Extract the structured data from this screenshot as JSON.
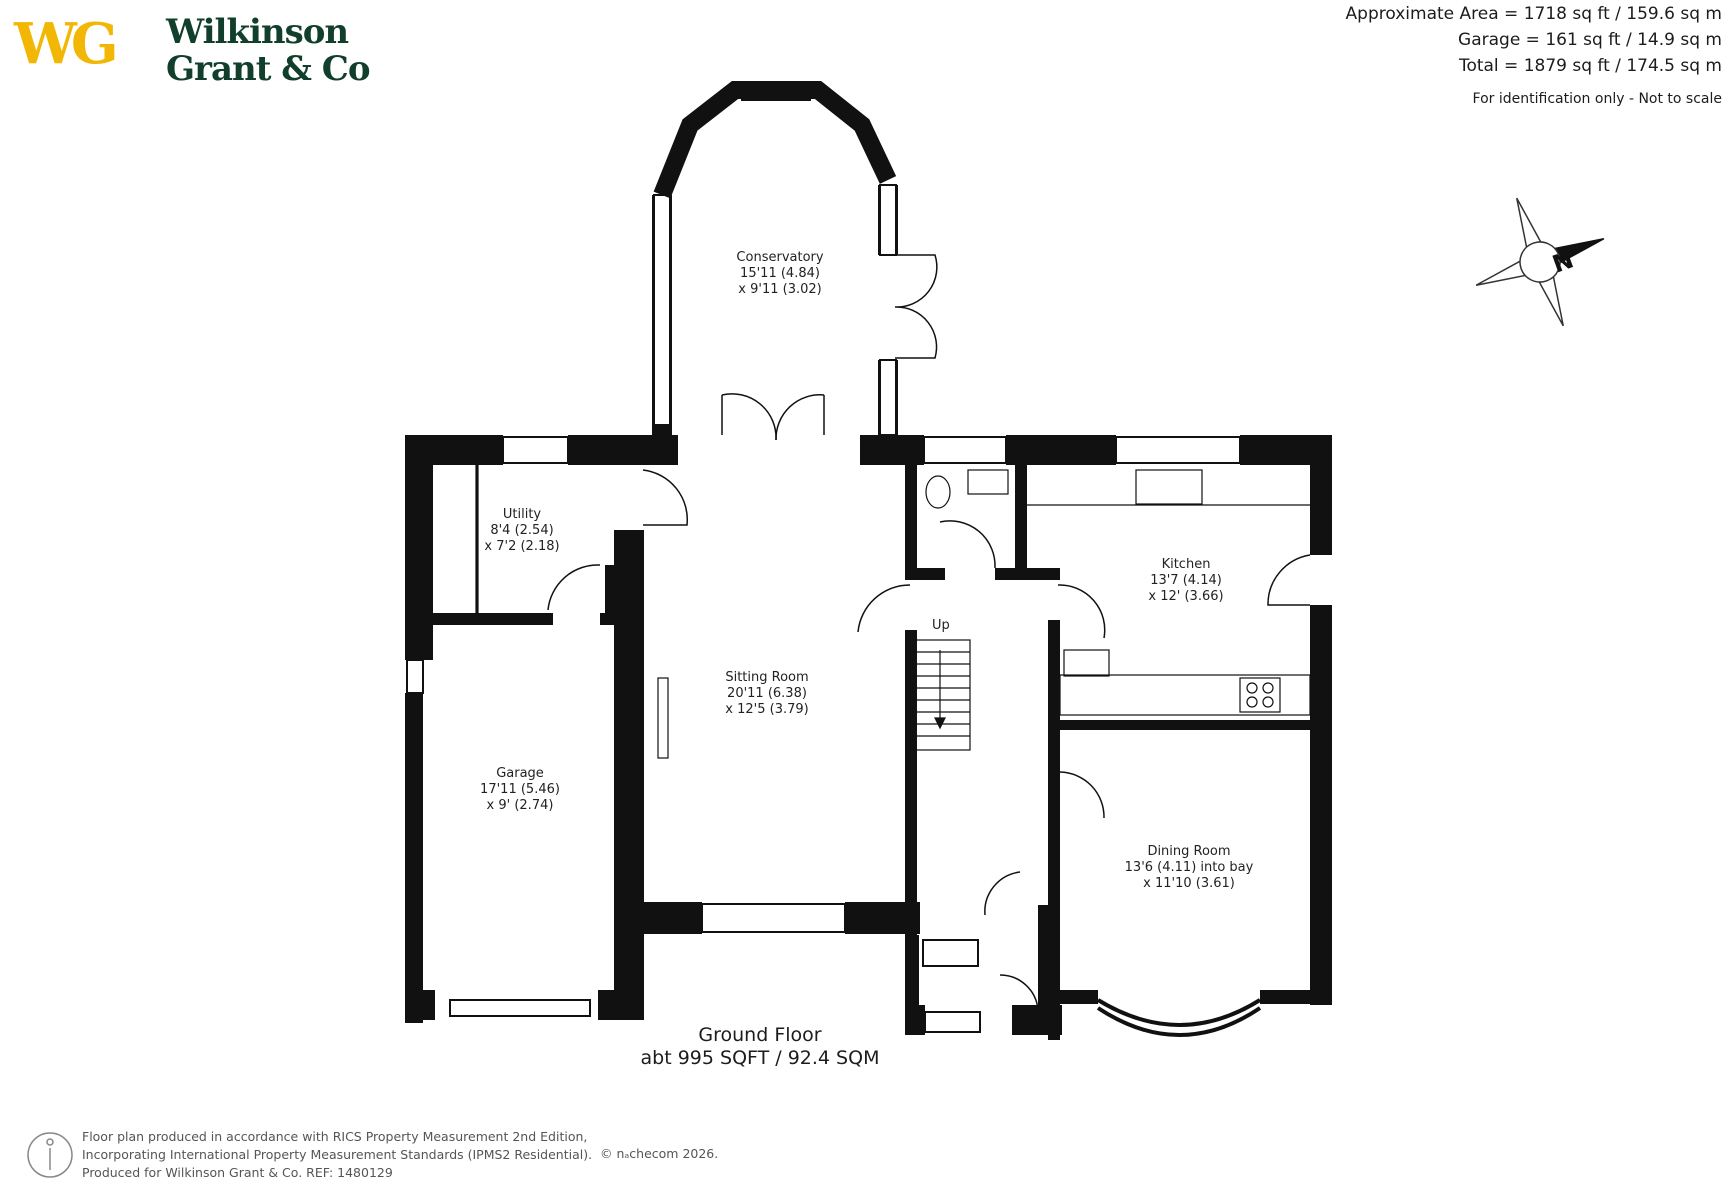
{
  "logo": {
    "monogram": "WG",
    "line1": "Wilkinson",
    "line2": "Grant & Co"
  },
  "area_summary": {
    "approximate": "Approximate Area = 1718 sq ft / 159.6 sq m",
    "garage": "Garage = 161 sq ft / 14.9 sq m",
    "total": "Total = 1879 sq ft / 174.5 sq m",
    "note": "For identification only - Not to scale"
  },
  "compass": {
    "label": "N"
  },
  "rooms": {
    "conservatory": {
      "name": "Conservatory",
      "dim1": "15'11 (4.84)",
      "dim2": "x 9'11 (3.02)"
    },
    "utility": {
      "name": "Utility",
      "dim1": "8'4 (2.54)",
      "dim2": "x 7'2 (2.18)"
    },
    "sitting_room": {
      "name": "Sitting Room",
      "dim1": "20'11 (6.38)",
      "dim2": "x 12'5 (3.79)"
    },
    "kitchen": {
      "name": "Kitchen",
      "dim1": "13'7 (4.14)",
      "dim2": "x 12' (3.66)"
    },
    "garage": {
      "name": "Garage",
      "dim1": "17'11 (5.46)",
      "dim2": "x 9' (2.74)"
    },
    "dining_room": {
      "name": "Dining Room",
      "dim1": "13'6 (4.11) into bay",
      "dim2": "x 11'10 (3.61)"
    }
  },
  "stairs_label": "Up",
  "floor": {
    "name": "Ground Floor",
    "area": "abt 995 SQFT / 92.4 SQM"
  },
  "footer": {
    "line1": "Floor plan produced in accordance with RICS Property Measurement 2nd Edition,",
    "line2": "Incorporating International Property Measurement Standards (IPMS2 Residential).",
    "line3": "Produced for Wilkinson Grant & Co.   REF:  1480129",
    "copyright": "© nₐchecom   2026."
  },
  "colors": {
    "wall": "#111111",
    "logo_gold": "#f2b705",
    "logo_green": "#123f2c"
  }
}
